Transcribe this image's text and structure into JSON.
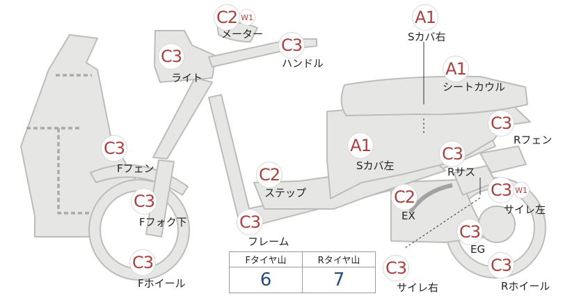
{
  "colors": {
    "part_fill": "#e6e6e4",
    "part_stroke": "#bcbcba",
    "dotted": "#a9a9a9",
    "grade_text": "#a8413f",
    "value_text": "#2c4a78"
  },
  "parts": [
    {
      "id": "meter",
      "grade": "C2",
      "sub": "W1",
      "label": "メーター"
    },
    {
      "id": "s-cover-right",
      "grade": "A1",
      "sub": "",
      "label": "Sカバ右"
    },
    {
      "id": "light",
      "grade": "C3",
      "sub": "",
      "label": "ライト"
    },
    {
      "id": "handle",
      "grade": "C3",
      "sub": "",
      "label": "ハンドル"
    },
    {
      "id": "seat-cowl",
      "grade": "A1",
      "sub": "",
      "label": "シートカウル"
    },
    {
      "id": "r-fender",
      "grade": "C3",
      "sub": "",
      "label": "Rフェン"
    },
    {
      "id": "f-fender",
      "grade": "C3",
      "sub": "",
      "label": "Fフェン"
    },
    {
      "id": "s-cover-left",
      "grade": "A1",
      "sub": "",
      "label": "Sカバ左"
    },
    {
      "id": "r-suspension",
      "grade": "C3",
      "sub": "",
      "label": "Rサス"
    },
    {
      "id": "step",
      "grade": "C2",
      "sub": "",
      "label": "ステップ"
    },
    {
      "id": "silencer-left",
      "grade": "C3",
      "sub": "W1",
      "label": "サイレ左"
    },
    {
      "id": "exhaust",
      "grade": "C2",
      "sub": "",
      "label": "EX"
    },
    {
      "id": "f-fork-lower",
      "grade": "C3",
      "sub": "",
      "label": "Fフォク下"
    },
    {
      "id": "frame",
      "grade": "C3",
      "sub": "",
      "label": "フレーム"
    },
    {
      "id": "engine",
      "grade": "C3",
      "sub": "",
      "label": "EG"
    },
    {
      "id": "f-wheel",
      "grade": "C3",
      "sub": "",
      "label": "Fホイール"
    },
    {
      "id": "silencer-right",
      "grade": "C3",
      "sub": "",
      "label": "サイレ右"
    },
    {
      "id": "r-wheel",
      "grade": "C3",
      "sub": "",
      "label": "Rホイール"
    }
  ],
  "tread": {
    "front_label": "Fタイヤ山",
    "rear_label": "Rタイヤ山",
    "front_value": "6",
    "rear_value": "7"
  }
}
